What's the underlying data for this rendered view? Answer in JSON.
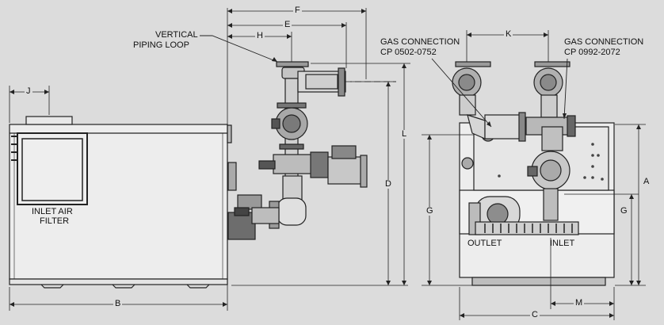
{
  "callouts": {
    "vertical_piping_loop": [
      "VERTICAL",
      "PIPING LOOP"
    ],
    "gas_connection_left": [
      "GAS CONNECTION",
      "CP 0502-0752"
    ],
    "gas_connection_right": [
      "GAS CONNECTION",
      "CP 0992-2072"
    ],
    "inlet_air_filter": [
      "INLET AIR",
      "FILTER"
    ],
    "outlet": "OUTLET",
    "inlet": "INLET"
  },
  "dimensions": {
    "A": "A",
    "B": "B",
    "C": "C",
    "D": "D",
    "E": "E",
    "F": "F",
    "G_left": "G",
    "G_right": "G",
    "H": "H",
    "J": "J",
    "K": "K",
    "L": "L",
    "M": "M"
  }
}
